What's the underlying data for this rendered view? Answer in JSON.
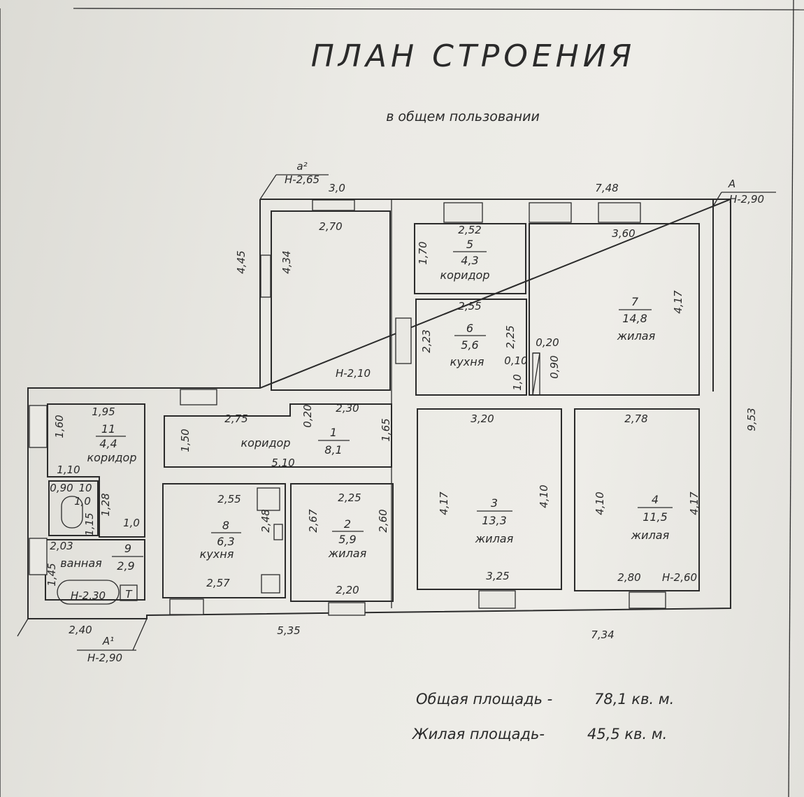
{
  "title": "ПЛАН СТРОЕНИЯ",
  "subtitle": "в общем пользовании",
  "markers": {
    "a2": "а²",
    "a2_height": "Н-2,65",
    "A": "А",
    "A_height": "Н-2,90",
    "A1": "А¹",
    "A1_height": "Н-2,90"
  },
  "outer_dims": {
    "top_left": "3,0",
    "top_right": "7,48",
    "right": "9,53",
    "bottom_left": "2,40",
    "bottom_mid": "5,35",
    "bottom_right": "7,34",
    "left_top": "4,45"
  },
  "rooms": {
    "unnumbered": {
      "width": "2,70",
      "height": "4,34",
      "ceiling": "Н-2,10"
    },
    "r1": {
      "num": "1",
      "area": "8,1",
      "name": "коридор",
      "d1": "2,75",
      "d2": "0,20",
      "d3": "2,30",
      "d4": "1,50",
      "d5": "5,10",
      "d6": "1,65"
    },
    "r2": {
      "num": "2",
      "area": "5,9",
      "name": "жилая",
      "top": "2,25",
      "left": "2,67",
      "right": "2,60",
      "bottom": "2,20"
    },
    "r3": {
      "num": "3",
      "area": "13,3",
      "name": "жилая",
      "top": "3,20",
      "left": "4,17",
      "right": "4,10",
      "bottom": "3,25"
    },
    "r4": {
      "num": "4",
      "area": "11,5",
      "name": "жилая",
      "top": "2,78",
      "left": "4,10",
      "right": "4,17",
      "bottom": "2,80",
      "ceiling": "Н-2,60"
    },
    "r5": {
      "num": "5",
      "area": "4,3",
      "name": "коридор",
      "top": "2,52",
      "left": "1,70"
    },
    "r6": {
      "num": "6",
      "area": "5,6",
      "name": "кухня",
      "top": "2,55",
      "left": "2,23",
      "right": "2,25",
      "d1": "0,20",
      "d2": "0,10",
      "d3": "0,90",
      "d4": "1,0"
    },
    "r7": {
      "num": "7",
      "area": "14,8",
      "name": "жилая",
      "top": "3,60",
      "right": "4,17"
    },
    "r8": {
      "num": "8",
      "area": "6,3",
      "name": "кухня",
      "top": "2,55",
      "right": "2,48",
      "bottom": "2,57"
    },
    "r9": {
      "num": "9",
      "area": "2,9",
      "name": "ванная",
      "top": "2,03",
      "left": "1,45",
      "bath": "Н-2,30",
      "heater": "Т"
    },
    "r10": {
      "d1": "1,10",
      "d2": "0,90",
      "d3": "10",
      "d4": "1,0",
      "d5": "1,15",
      "d6": "1,28",
      "d7": "1,0"
    },
    "r11": {
      "num": "11",
      "area": "4,4",
      "name": "коридор",
      "top": "1,95",
      "left": "1,60"
    }
  },
  "totals": {
    "total_label": "Общая площадь -",
    "total_value": "78,1 кв. м.",
    "living_label": "Жилая площадь-",
    "living_value": "45,5 кв. м."
  }
}
